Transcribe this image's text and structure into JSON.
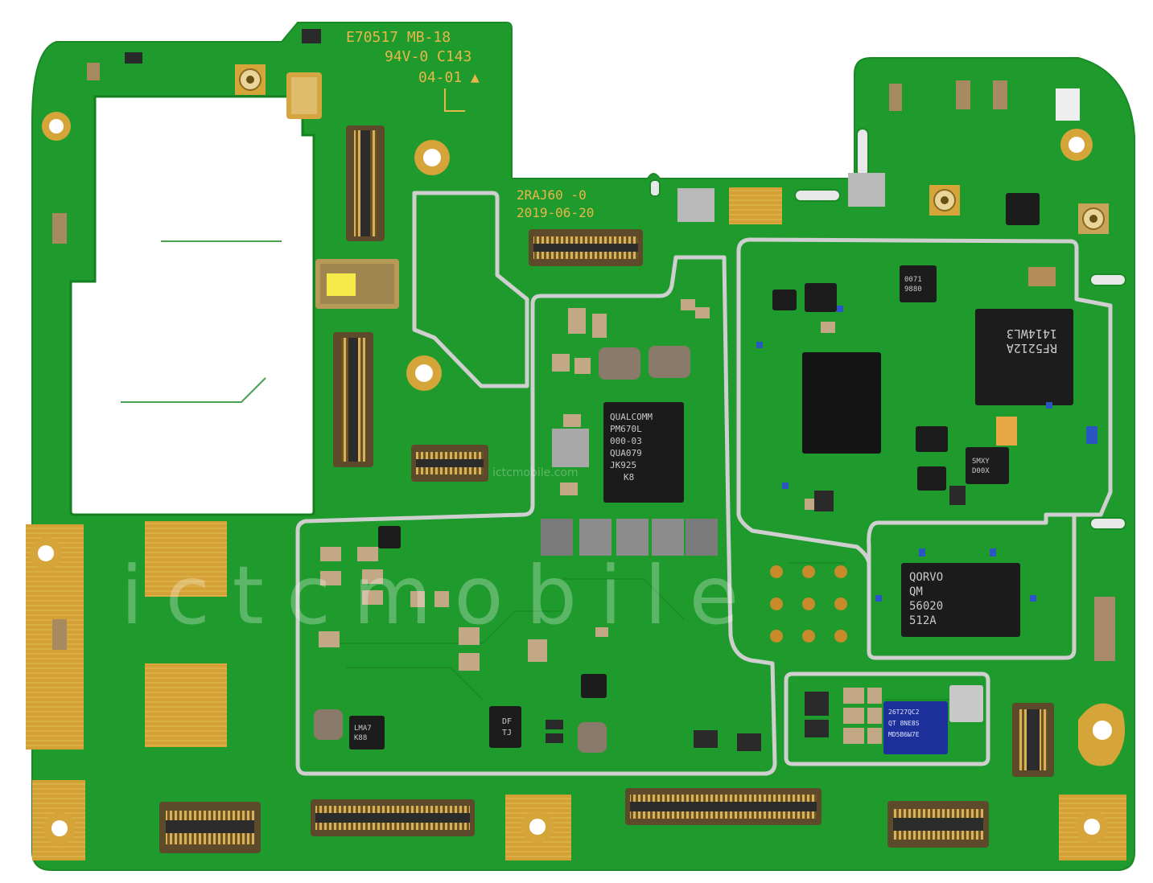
{
  "board": {
    "silkscreen": {
      "line1": "E70517  MB-18",
      "line2": "94V-0 C143",
      "line3": "04-01 ▲",
      "part": "2RAJ60   -0",
      "date": "2019-06-20"
    },
    "chips": {
      "pmic": [
        "QUALCOMM",
        "PM670L",
        "000-03",
        "QUA079",
        "JK925",
        "K8"
      ],
      "rf_top": [
        "RF5212A",
        "1414WL3"
      ],
      "rf_bottom": [
        "QORVO",
        "QM",
        "56020",
        "512A"
      ],
      "small_a": [
        "LMA7",
        "K88"
      ],
      "small_b": [
        "DF",
        "TJ"
      ],
      "small_c": [
        "0071",
        "9880"
      ],
      "small_d": [
        "SMXY",
        "D00X"
      ],
      "blue": [
        "26T27QC2",
        "QT 8NE8S",
        "MD5B6Ы7E"
      ]
    },
    "watermark": {
      "big": "ictcmobile",
      "small": "ictcmobile.com"
    },
    "colors": {
      "pcb": "#1f9a2d",
      "pcb_dark": "#15801f",
      "gold": "#d6a53a",
      "shield": "#c9c9c9",
      "silk": "#e8b64a"
    }
  }
}
